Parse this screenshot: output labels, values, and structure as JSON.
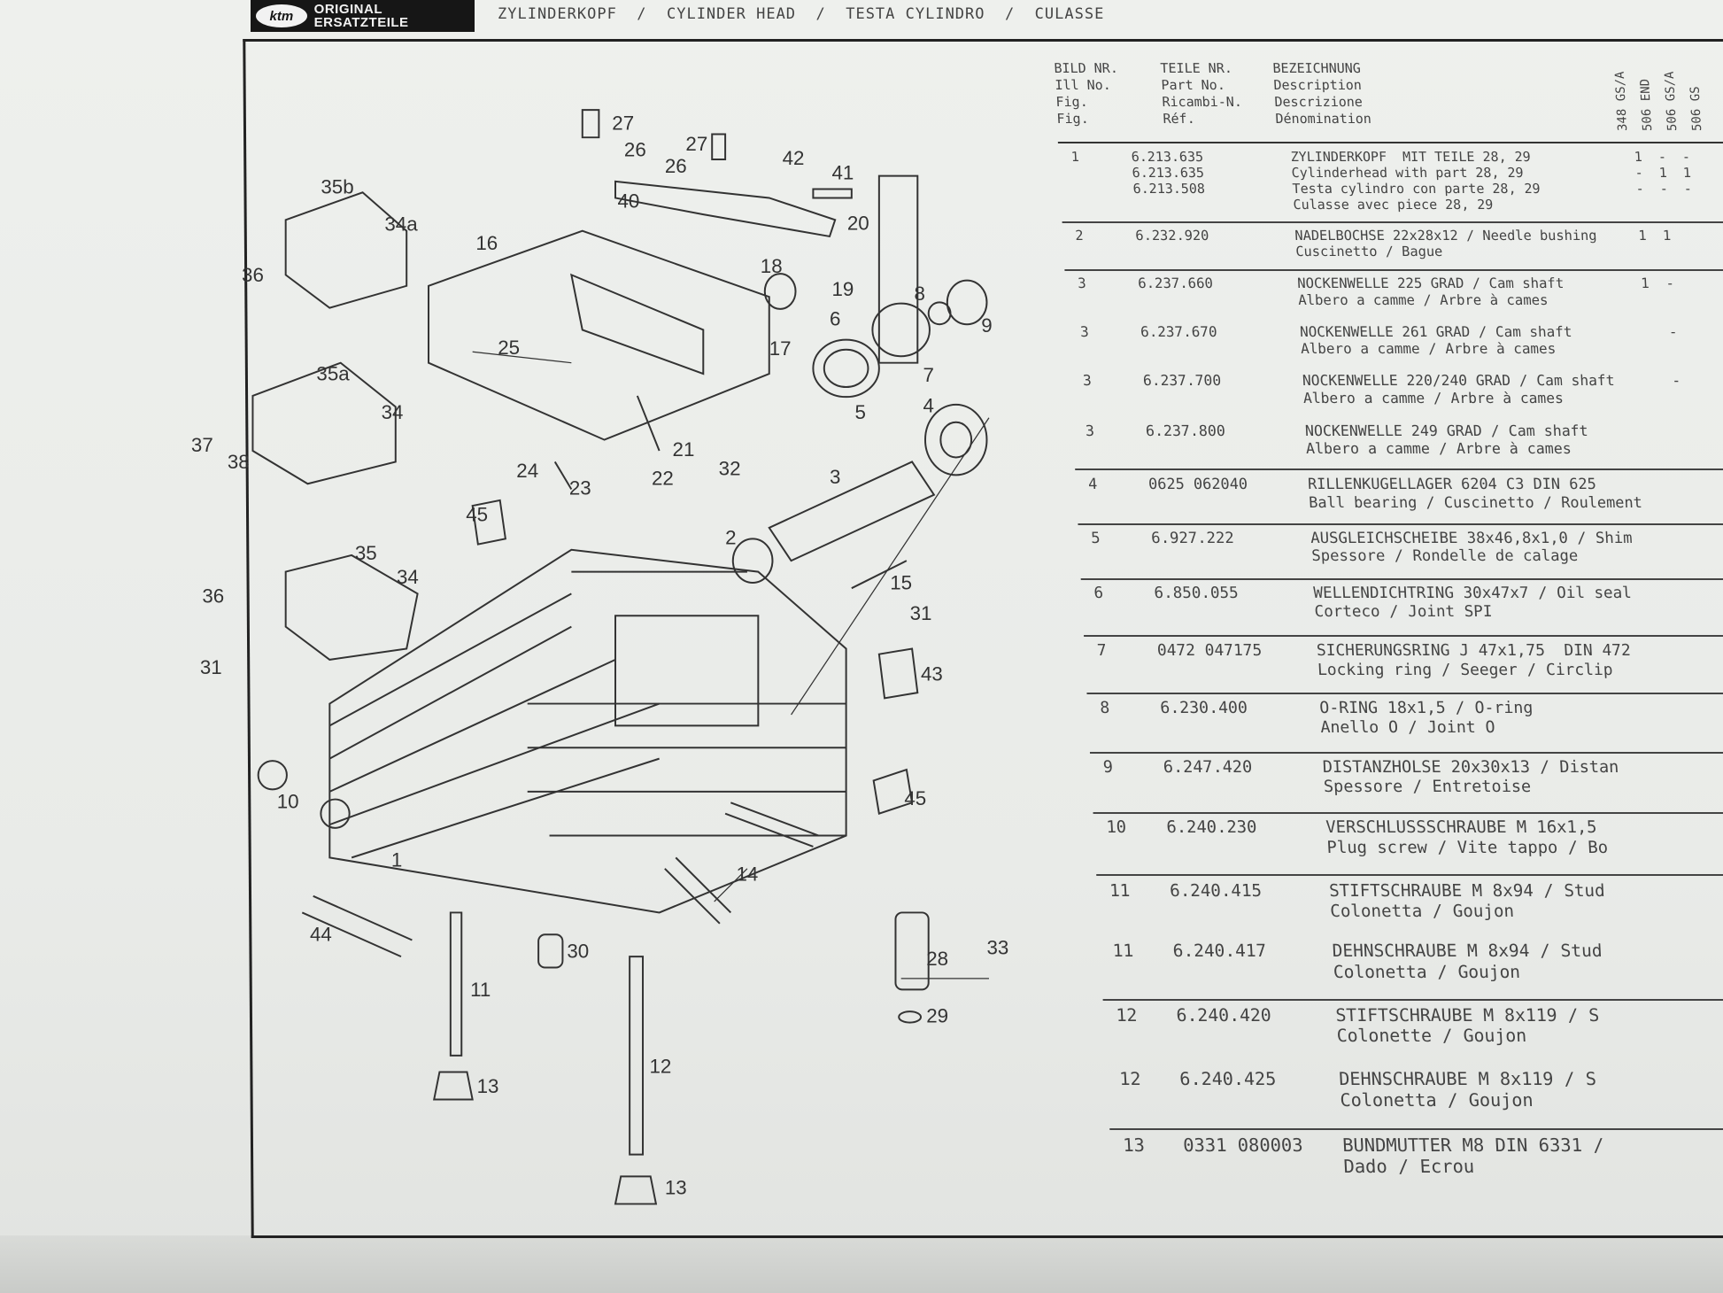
{
  "header": {
    "logo_brand": "ktm",
    "logo_text": "ORIGINAL ERSATZTEILE",
    "title": "ZYLINDERKOPF  /  CYLINDER HEAD  /  TESTA CYLINDRO  /  CULASSE"
  },
  "table": {
    "columns": {
      "fig": [
        "BILD NR.",
        "Ill No.",
        "Fig.",
        "Fig."
      ],
      "part": [
        "TEILE NR.",
        "Part No.",
        "Ricambi-N.",
        "Réf."
      ],
      "desc": [
        "BEZEICHNUNG",
        "Description",
        "Descrizione",
        "Dénomination"
      ],
      "models": [
        "348 GS/A",
        "506 END",
        "506 GS/A",
        "506 GS"
      ]
    },
    "rows": [
      {
        "fig": "1",
        "part": [
          "6.213.635",
          "6.213.635",
          "6.213.508"
        ],
        "desc": [
          "ZYLINDERKOPF  MIT TEILE 28, 29",
          "Cylinderhead with part 28, 29",
          "Testa cylindro con parte 28, 29",
          "Culasse avec piece 28, 29"
        ],
        "qty": [
          "1  -  -",
          "-  1  1",
          "-  -  -"
        ],
        "sep": true
      },
      {
        "fig": "2",
        "part": [
          "6.232.920"
        ],
        "desc": [
          "NADELBOCHSE 22x28x12 / Needle bushing",
          "Cuscinetto / Bague"
        ],
        "qty": [
          "1  1"
        ],
        "sep": true
      },
      {
        "fig": "3",
        "part": [
          "6.237.660"
        ],
        "desc": [
          "NOCKENWELLE 225 GRAD / Cam shaft",
          "Albero a camme / Arbre à cames"
        ],
        "qty": [
          "1  -"
        ],
        "sep": false
      },
      {
        "fig": "3",
        "part": [
          "6.237.670"
        ],
        "desc": [
          "NOCKENWELLE 261 GRAD / Cam shaft",
          "Albero a camme / Arbre à cames"
        ],
        "qty": [
          "   -"
        ],
        "sep": false
      },
      {
        "fig": "3",
        "part": [
          "6.237.700"
        ],
        "desc": [
          "NOCKENWELLE 220/240 GRAD / Cam shaft",
          "Albero a camme / Arbre à cames"
        ],
        "qty": [
          "   -"
        ],
        "sep": false
      },
      {
        "fig": "3",
        "part": [
          "6.237.800"
        ],
        "desc": [
          "NOCKENWELLE 249 GRAD / Cam shaft",
          "Albero a camme / Arbre à cames"
        ],
        "qty": [],
        "sep": true
      },
      {
        "fig": "4",
        "part": [
          "0625 062040"
        ],
        "desc": [
          "RILLENKUGELLAGER 6204 C3 DIN 625",
          "Ball bearing / Cuscinetto / Roulement"
        ],
        "qty": [],
        "sep": true
      },
      {
        "fig": "5",
        "part": [
          "6.927.222"
        ],
        "desc": [
          "AUSGLEICHSCHEIBE 38x46,8x1,0 / Shim",
          "Spessore / Rondelle de calage"
        ],
        "qty": [],
        "sep": true
      },
      {
        "fig": "6",
        "part": [
          "6.850.055"
        ],
        "desc": [
          "WELLENDICHTRING 30x47x7 / Oil seal",
          "Corteco / Joint SPI"
        ],
        "qty": [],
        "sep": true
      },
      {
        "fig": "7",
        "part": [
          "0472 047175"
        ],
        "desc": [
          "SICHERUNGSRING J 47x1,75  DIN 472",
          "Locking ring / Seeger / Circlip"
        ],
        "qty": [],
        "sep": true
      },
      {
        "fig": "8",
        "part": [
          "6.230.400"
        ],
        "desc": [
          "O-RING 18x1,5 / O-ring",
          "Anello O / Joint O"
        ],
        "qty": [],
        "sep": true
      },
      {
        "fig": "9",
        "part": [
          "6.247.420"
        ],
        "desc": [
          "DISTANZHOLSE 20x30x13 / Distan",
          "Spessore / Entretoise"
        ],
        "qty": [],
        "sep": true
      },
      {
        "fig": "10",
        "part": [
          "6.240.230"
        ],
        "desc": [
          "VERSCHLUSSSCHRAUBE M 16x1,5",
          "Plug screw / Vite tappo / Bo"
        ],
        "qty": [],
        "sep": true
      },
      {
        "fig": "11",
        "part": [
          "6.240.415"
        ],
        "desc": [
          "STIFTSCHRAUBE M 8x94 / Stud",
          "Colonetta / Goujon"
        ],
        "qty": [],
        "sep": false
      },
      {
        "fig": "11",
        "part": [
          "6.240.417"
        ],
        "desc": [
          "DEHNSCHRAUBE M 8x94 / Stud",
          "Colonetta / Goujon"
        ],
        "qty": [],
        "sep": true
      },
      {
        "fig": "12",
        "part": [
          "6.240.420"
        ],
        "desc": [
          "STIFTSCHRAUBE M 8x119 / S",
          "Colonette / Goujon"
        ],
        "qty": [],
        "sep": false
      },
      {
        "fig": "12",
        "part": [
          "6.240.425"
        ],
        "desc": [
          "DEHNSCHRAUBE M 8x119 / S",
          "Colonetta / Goujon"
        ],
        "qty": [],
        "sep": true
      },
      {
        "fig": "13",
        "part": [
          "0331 080003"
        ],
        "desc": [
          "BUNDMUTTER M8 DIN 6331 /",
          "Dado / Ecrou"
        ],
        "qty": [],
        "sep": false
      }
    ]
  },
  "diagram": {
    "callouts": [
      "27",
      "26",
      "27",
      "26",
      "42",
      "41",
      "40",
      "35b",
      "34a",
      "36",
      "16",
      "20",
      "18",
      "19",
      "8",
      "9",
      "6",
      "7",
      "5",
      "4",
      "25",
      "17",
      "35a",
      "34",
      "37",
      "38",
      "24",
      "23",
      "21",
      "22",
      "32",
      "3",
      "45",
      "2",
      "35",
      "34",
      "15",
      "36",
      "31",
      "31",
      "43",
      "10",
      "45",
      "1",
      "14",
      "44",
      "30",
      "11",
      "28",
      "33",
      "29",
      "13",
      "12",
      "13"
    ]
  }
}
